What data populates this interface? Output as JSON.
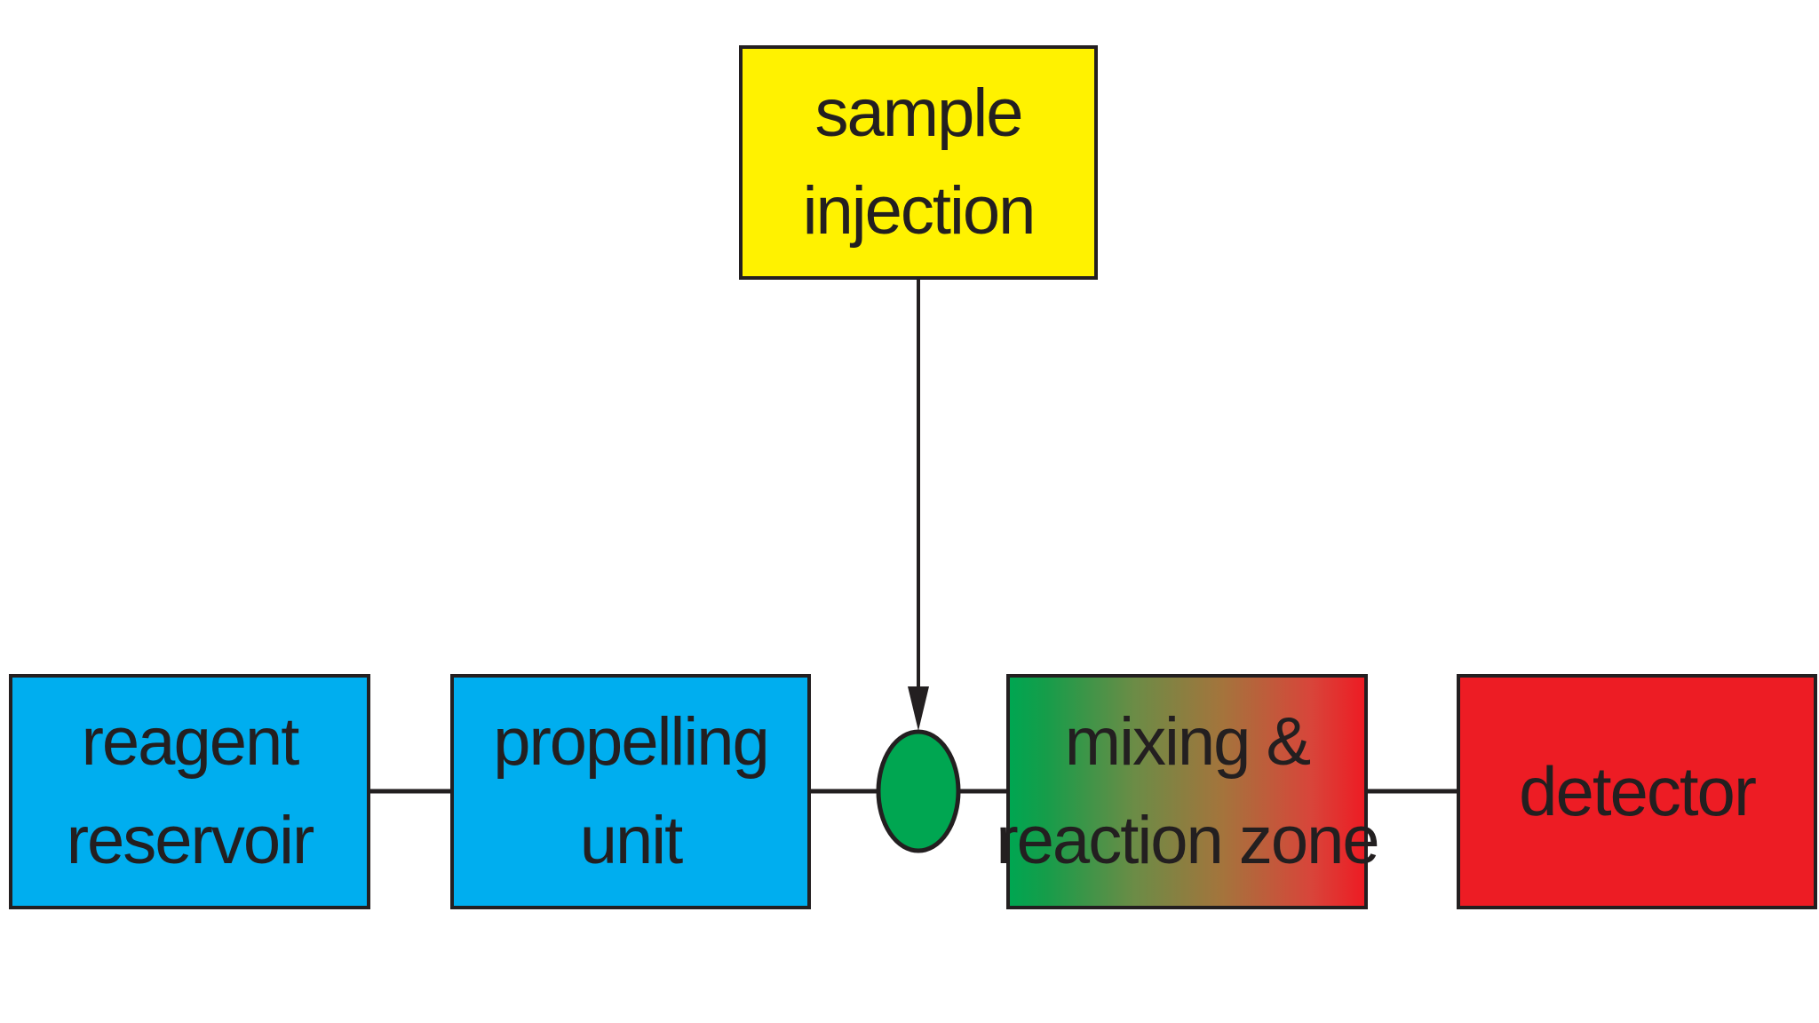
{
  "diagram": {
    "sample_injection": {
      "line1": "sample",
      "line2": "injection",
      "color": "#fff200"
    },
    "reagent_reservoir": {
      "line1": "reagent",
      "line2": "reservoir",
      "color": "#00aeef"
    },
    "propelling_unit": {
      "line1": "propelling",
      "line2": "unit",
      "color": "#00aeef"
    },
    "injection_point": {
      "color": "#00a651"
    },
    "mixing_reaction_zone": {
      "line1": "mixing &",
      "line2": "reaction zone",
      "gradient_start": "#00a651",
      "gradient_end": "#ed1c24"
    },
    "detector": {
      "label": "detector",
      "color": "#ed1c24"
    },
    "line_color": "#231f20"
  }
}
